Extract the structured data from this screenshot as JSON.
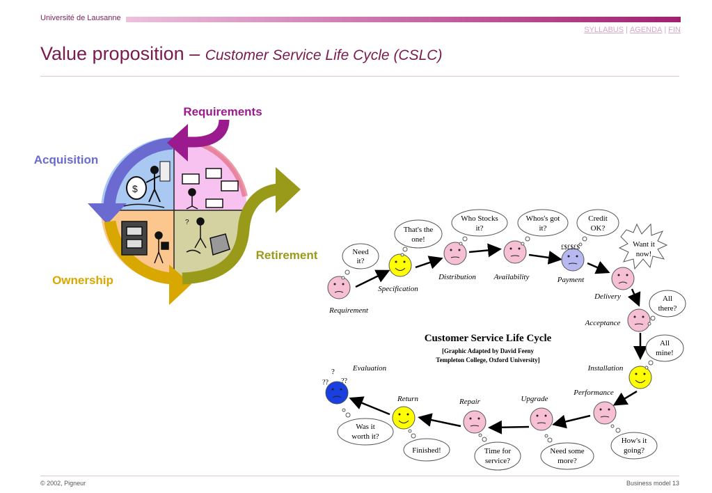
{
  "header": {
    "university": "Université de Lausanne",
    "nav": {
      "syllabus": "SYLLABUS",
      "agenda": "AGENDA",
      "fin": "FIN"
    },
    "title_main": "Value proposition –",
    "title_sub": "Customer Service Life Cycle (CSLC)"
  },
  "cycle": {
    "requirements": "Requirements",
    "acquisition": "Acquisition",
    "ownership": "Ownership",
    "retirement": "Retirement",
    "colors": {
      "requirements": "#9b1b8f",
      "acquisition": "#6a6ad0",
      "ownership": "#d9a800",
      "retirement": "#9a9a1a",
      "q_tl": "#a9c8f2",
      "q_tr": "#f7c2ef",
      "q_bl": "#fcc78f",
      "q_br": "#d3d2a0"
    }
  },
  "cslc": {
    "title": "Customer Service Life Cycle",
    "credit_line1": "[Graphic Adapted by David Feeny",
    "credit_line2": "Templeton College, Oxford University]",
    "stages": {
      "requirement": "Requirement",
      "specification": "Specification",
      "distribution": "Distribution",
      "availability": "Availability",
      "payment": "Payment",
      "delivery": "Delivery",
      "acceptance": "Acceptance",
      "installation": "Installation",
      "performance": "Performance",
      "upgrade": "Upgrade",
      "repair": "Repair",
      "return": "Return",
      "evaluation": "Evaluation"
    },
    "bubbles": {
      "need_it_1": "Need",
      "need_it_2": "it?",
      "thats_the_one_1": "That's the",
      "thats_the_one_2": "one!",
      "who_stocks_1": "Who Stocks",
      "who_stocks_2": "it?",
      "whos_got_1": "Whos's got",
      "whos_got_2": "it?",
      "credit_ok_1": "Credit",
      "credit_ok_2": "OK?",
      "want_it_1": "Want it",
      "want_it_2": "now!",
      "all_there_1": "All",
      "all_there_2": "there?",
      "all_mine_1": "All",
      "all_mine_2": "mine!",
      "hows_it_1": "How's it",
      "hows_it_2": "going?",
      "need_more_1": "Need some",
      "need_more_2": "more?",
      "time_for_1": "Time for",
      "time_for_2": "service?",
      "finished": "Finished!",
      "was_it_1": "Was it",
      "was_it_2": "worth it?"
    },
    "face_colors": {
      "pink": "#f7bfd4",
      "yellow": "#ffff00",
      "lavender": "#b8b8f0",
      "blue": "#1a3fe0"
    }
  },
  "footer": {
    "left": "© 2002, Pigneur",
    "right": "Business model  13"
  }
}
